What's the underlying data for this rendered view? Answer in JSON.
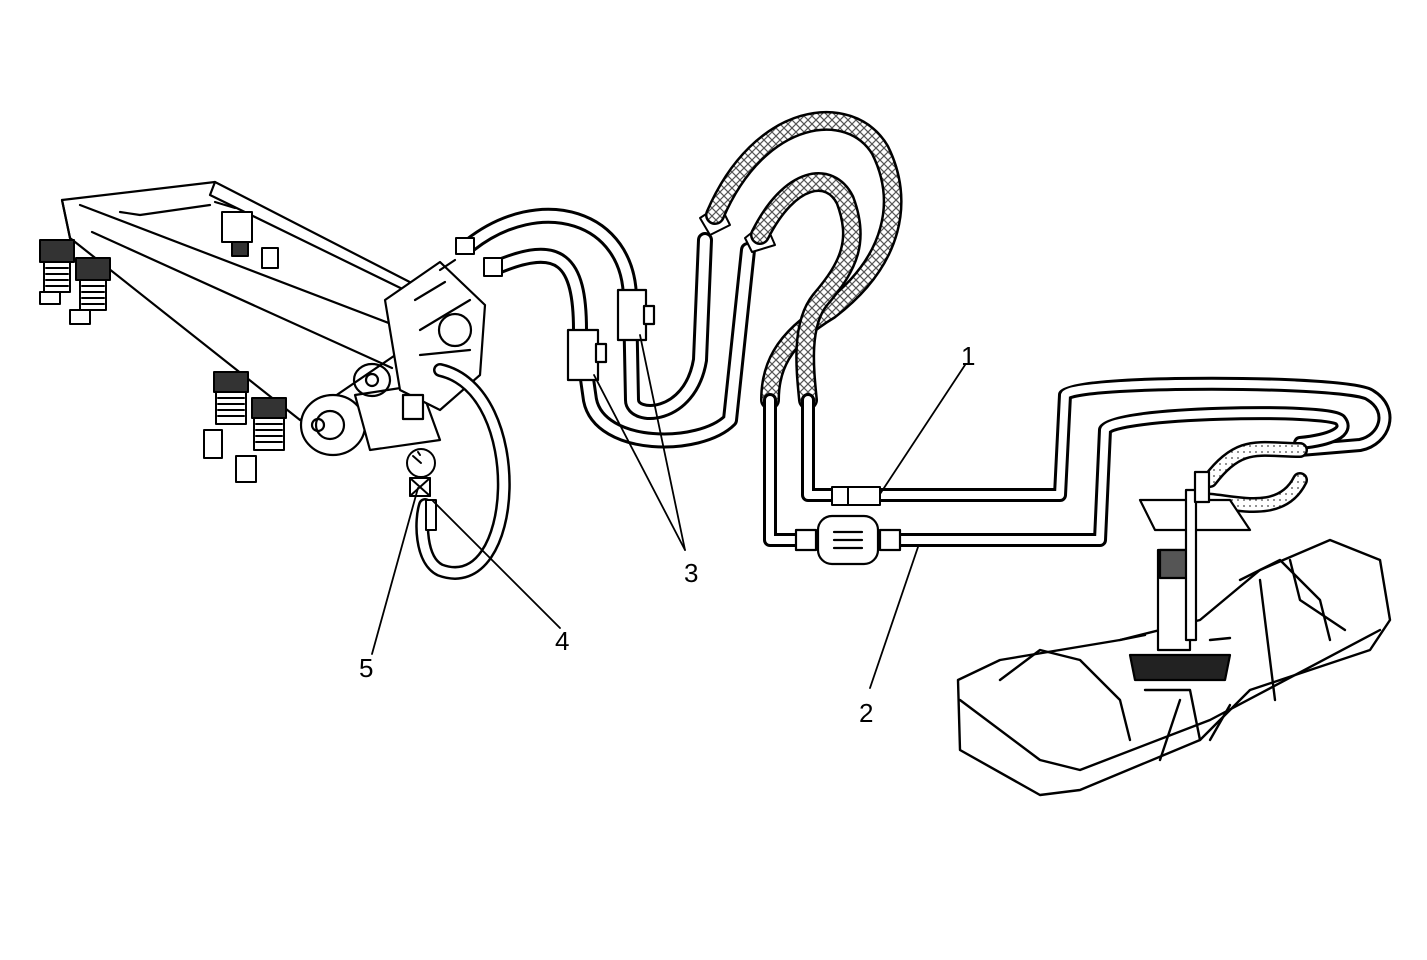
{
  "diagram": {
    "callouts": [
      {
        "id": "1",
        "label": "1"
      },
      {
        "id": "2",
        "label": "2"
      },
      {
        "id": "3",
        "label": "3"
      },
      {
        "id": "4",
        "label": "4"
      },
      {
        "id": "5",
        "label": "5"
      }
    ],
    "colors": {
      "ink": "#000000",
      "paper": "#ffffff",
      "braid": "#777777"
    }
  }
}
